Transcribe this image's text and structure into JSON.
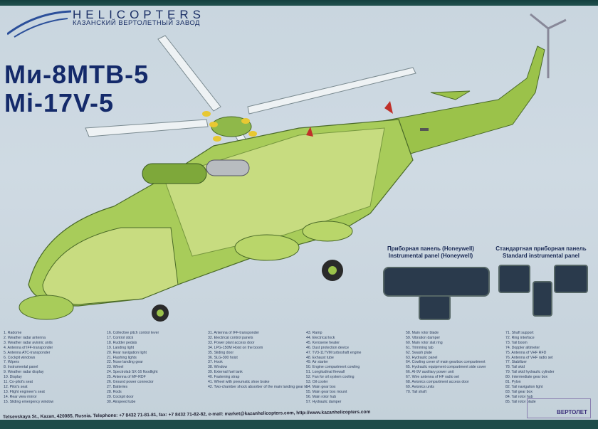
{
  "header": {
    "brand": "HELICOPTERS",
    "subtitle": "КАЗАНСКИЙ ВЕРТОЛЕТНЫЙ ЗАВОД"
  },
  "titles": {
    "ru": "Ми-8МТВ-5",
    "en": "Mi-17V-5"
  },
  "panels": {
    "honeywell": {
      "ru": "Приборная панель (Honeywell)",
      "en": "Instrumental panel (Honeywell)"
    },
    "standard": {
      "ru": "Стандартная приборная панель",
      "en": "Standard instrumental panel"
    }
  },
  "colors": {
    "airframe": "#9bc24a",
    "title": "#142a6a",
    "background": "#c9d6df",
    "accent_red": "#c0302a",
    "hub_yellow": "#e8c832"
  },
  "legend": [
    [
      "1. Radome",
      "2. Weather radar antenna",
      "3. Weather radar avionic units",
      "4. Antenna of IFF-transponder",
      "5. Antenna ATC-transponder",
      "6. Cockpit windows",
      "7. Wipers",
      "8. Instrumental panel",
      "9. Weather radar display",
      "10. Display",
      "11. Co-pilot's seat",
      "12. Pilot's seat",
      "13. Flight engineer's seat",
      "14. Rear view mirror",
      "15. Sliding emergency window"
    ],
    [
      "16. Collective pitch control lever",
      "17. Control stick",
      "18. Rudder pedals",
      "19. Landing light",
      "20. Rear navigation light",
      "21. Flashing lights",
      "22. Nose landing gear",
      "23. Wheel",
      "24. Spectrolab SX-16 floodlight",
      "25. Antenna of MF-RDF",
      "26. Ground power connector",
      "27. Batteries",
      "28. Rods",
      "29. Cockpit door",
      "30. Airspeed tube"
    ],
    [
      "31. Antenna of IFF-transponder",
      "32. Electrical control panels",
      "33. Power plant access door",
      "34. LPG-150M Hoist on the boom",
      "35. Sliding door",
      "36. SLG-300 hoist",
      "37. Hook",
      "38. Window",
      "39. External fuel tank",
      "40. Fastening strap",
      "41. Wheel with pneumatic shoe brake",
      "42. Two-chamber shock absorber of the main landing gear leg"
    ],
    [
      "43. Ramp",
      "44. Electrical lock",
      "45. Kerosene heater",
      "46. Dust protection device",
      "47. TV3-117VM turboshaft engine",
      "48. Exhaust tube",
      "49. Air starter",
      "50. Engine compartment cowling",
      "51. Longitudinal firewall",
      "52. Fan for oil system cooling",
      "53. Oil cooler",
      "54. Main gear box",
      "55. Main gear box mount",
      "56. Main rotor hub",
      "57. Hydraulic damper"
    ],
    [
      "58. Main rotor blade",
      "59. Vibration damper",
      "60. Main rotor slat ring",
      "61. Trimming tab",
      "62. Swash plate",
      "63. Hydraulic panel",
      "64. Cowling cover of main gearbox compartment",
      "65. Hydraulic equipment compartment side cover",
      "66. AI-9V auxiliary power unit",
      "67. Wire antenna of HF radio set",
      "68. Avionics compartment access door",
      "69. Avionics units",
      "70. Tail shaft"
    ],
    [
      "71. Shaft support",
      "72. Ring interface",
      "73. Tail boom",
      "74. Doppler altimeter",
      "75. Antenna of VHF RFD",
      "76. Antenna of VHF radio set",
      "77. Stabilizer",
      "78. Tail skid",
      "79. Tail skid hydraulic cylinder",
      "80. Intermediate gear box",
      "81. Pylon",
      "82. Tail navigation light",
      "83. Tail gear box",
      "84. Tail rotor hub",
      "85. Tail rotor blade"
    ]
  ],
  "footer": "Tetsevskaya St., Kazan, 420085, Russia. Telephone: +7 8432 71-81-81, fax: +7 8432 71-82-82, e-mail: market@kazanhelicopters.com, http://www.kazanhelicopters.com",
  "stamp": "ВЕРТОЛЕТ"
}
